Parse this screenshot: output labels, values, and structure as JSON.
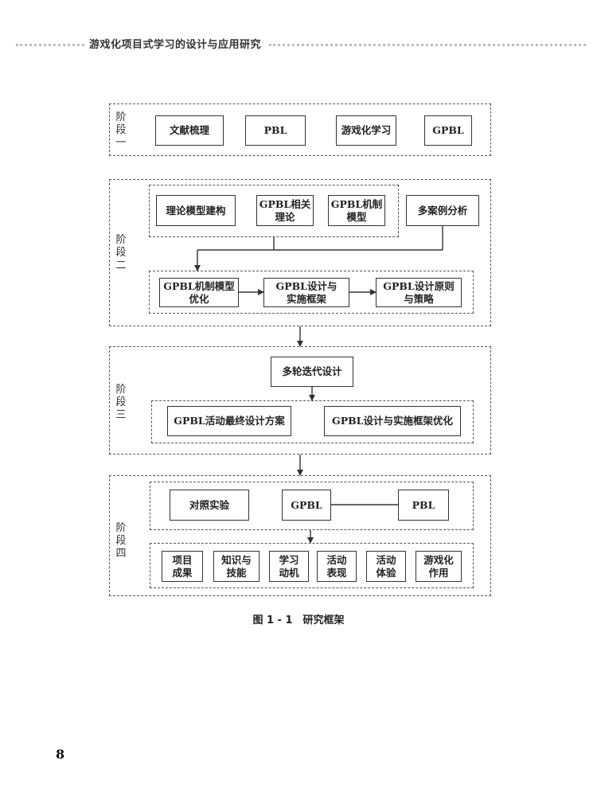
{
  "header": {
    "title": "游戏化项目式学习的设计与应用研究"
  },
  "stages": [
    {
      "label": "阶段一",
      "boxes": [
        "文献梳理",
        "PBL",
        "游戏化学习",
        "GPBL"
      ]
    },
    {
      "label": "阶段二",
      "boxes": [
        "理论模型建构",
        "GPBL相关\n理论",
        "GPBL机制\n模型",
        "多案例分析",
        "GPBL机制模型\n优化",
        "GPBL设计与\n实施框架",
        "GPBL设计原则\n与策略"
      ]
    },
    {
      "label": "阶段三",
      "boxes": [
        "多轮迭代设计",
        "GPBL活动最终设计方案",
        "GPBL设计与实施框架优化"
      ]
    },
    {
      "label": "阶段四",
      "boxes": [
        "对照实验",
        "GPBL",
        "PBL",
        "项目\n成果",
        "知识与\n技能",
        "学习\n动机",
        "活动\n表现",
        "活动\n体验",
        "游戏化\n作用"
      ]
    }
  ],
  "caption": "图 1 - 1　研究框架",
  "page_number": "8"
}
